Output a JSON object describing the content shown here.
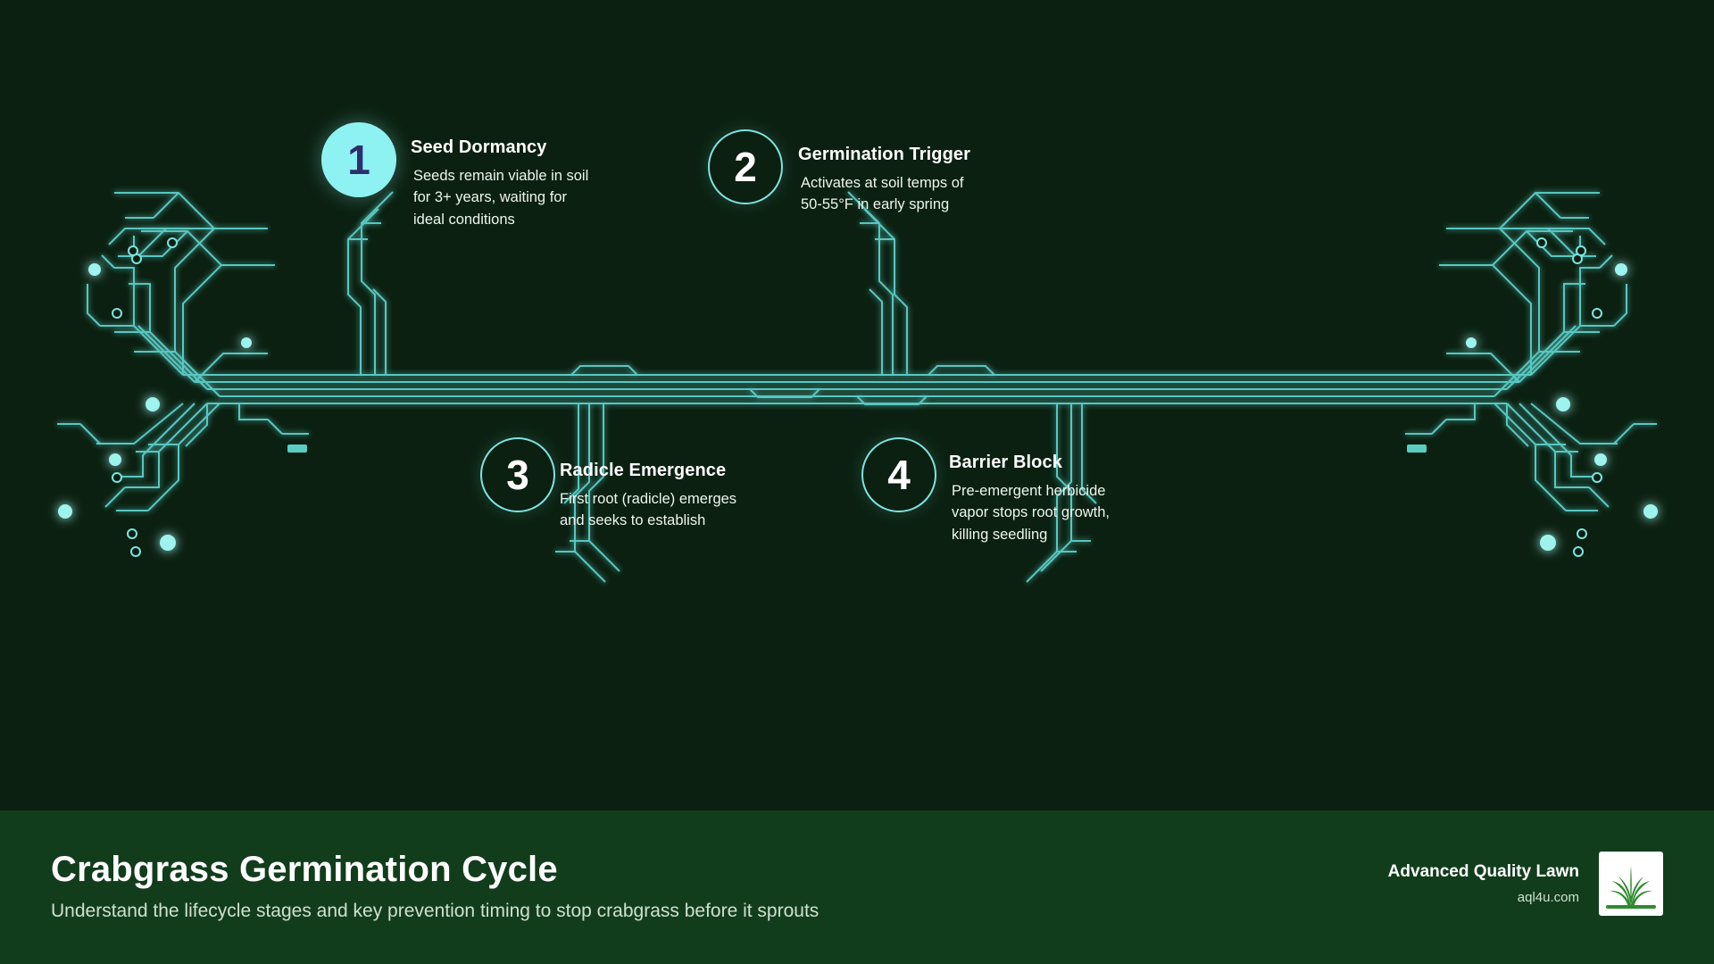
{
  "diagram": {
    "type": "circuit-timeline",
    "background_color": "#0b2011",
    "accent_color": "#8ef2f2",
    "trace_color": "#5fd6cf",
    "steps": [
      {
        "number": "1",
        "title": "Seed Dormancy",
        "description": "Seeds remain viable in soil for 3+ years, waiting for ideal conditions",
        "marker_style": "filled",
        "position": "top"
      },
      {
        "number": "2",
        "title": "Germination Trigger",
        "description": "Activates at soil temps of 50-55°F in early spring",
        "marker_style": "outline",
        "position": "top"
      },
      {
        "number": "3",
        "title": "Radicle Emergence",
        "description": "First root (radicle) emerges and seeks to establish",
        "marker_style": "outline",
        "position": "bottom"
      },
      {
        "number": "4",
        "title": "Barrier Block",
        "description": "Pre-emergent herbicide vapor stops root growth, killing seedling",
        "marker_style": "outline",
        "position": "bottom"
      }
    ]
  },
  "footer": {
    "title": "Crabgrass Germination Cycle",
    "subtitle": "Understand the lifecycle stages and key prevention timing to stop crabgrass before it sprouts",
    "background_color": "#123d1c",
    "brand": {
      "name": "Advanced Quality Lawn",
      "url": "aql4u.com",
      "logo_icon": "grass-icon"
    }
  }
}
